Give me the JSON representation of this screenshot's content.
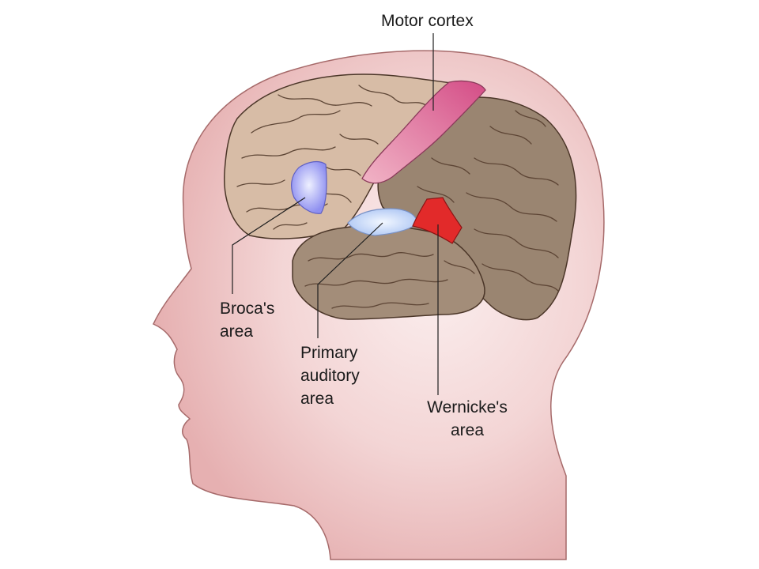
{
  "labels": {
    "motor_cortex": [
      "Motor cortex"
    ],
    "broca": [
      "Broca's",
      "area"
    ],
    "primary_auditory": [
      "Primary",
      "auditory",
      "area"
    ],
    "wernicke": [
      "Wernicke's",
      "area"
    ]
  },
  "colors": {
    "head_fill": "#e9b5b6",
    "head_center": "#fbeeee",
    "head_outline": "#a66a6a",
    "frontal_lobe": "#d7bca6",
    "posterior_lobes": "#9a8571",
    "temporal_lobe": "#a38d79",
    "gyri_lines": "#5d4535",
    "motor_cortex": "#df6f98",
    "broca_area": "#8e8ff0",
    "auditory_area": "#b6cdf6",
    "wernicke_area": "#e22a2a",
    "leader_lines": "#1f1f1f"
  }
}
